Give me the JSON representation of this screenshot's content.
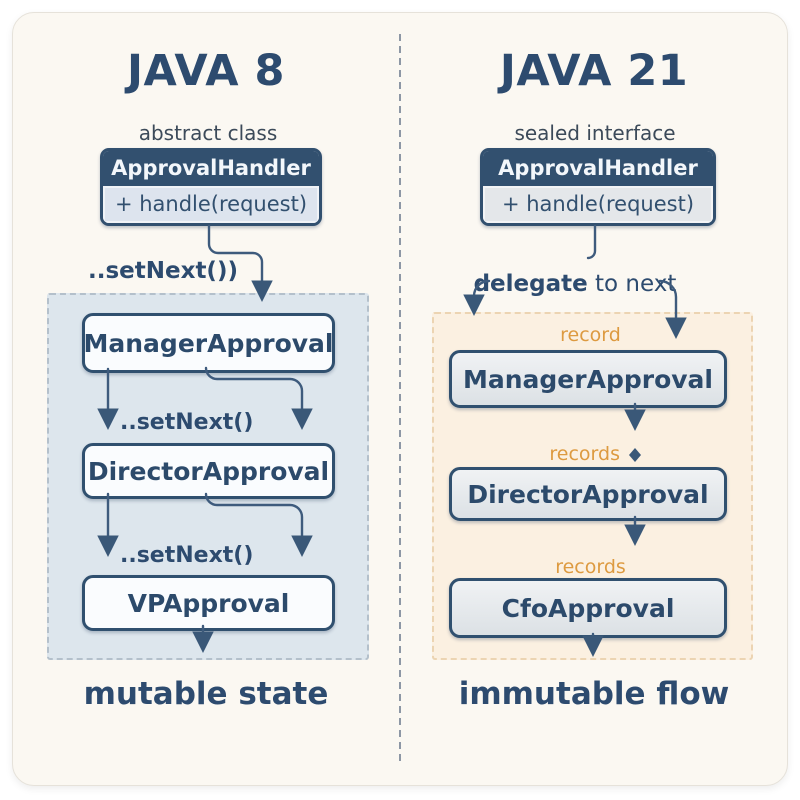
{
  "colors": {
    "navy": "#2d4b6f",
    "orange": "#dd9a40",
    "card_bg": "#fbf8f2",
    "left_panel_fill": "#dde6ed",
    "left_panel_border": "#b4c0cb",
    "right_panel_fill": "#fbf0e1",
    "right_panel_border": "#ecd4b2"
  },
  "left": {
    "title": "JAVA 8",
    "type_label": "abstract class",
    "class_box": {
      "name": "ApprovalHandler",
      "method": "+ handle(request)"
    },
    "top_link_label": "..setNext())",
    "links": [
      "..setNext()",
      "..setNext()"
    ],
    "nodes": [
      "ManagerApproval",
      "DirectorApproval",
      "VPApproval"
    ],
    "caption": "mutable state"
  },
  "right": {
    "title": "JAVA 21",
    "type_label": "sealed interface",
    "class_box": {
      "name": "ApprovalHandler",
      "method": "+ handle(request)"
    },
    "delegate_bold": "delegate",
    "delegate_rest": " to next",
    "tags": [
      "record",
      "records",
      "records"
    ],
    "nodes": [
      "ManagerApproval",
      "DirectorApproval",
      "CfoApproval"
    ],
    "caption": "immutable flow"
  }
}
